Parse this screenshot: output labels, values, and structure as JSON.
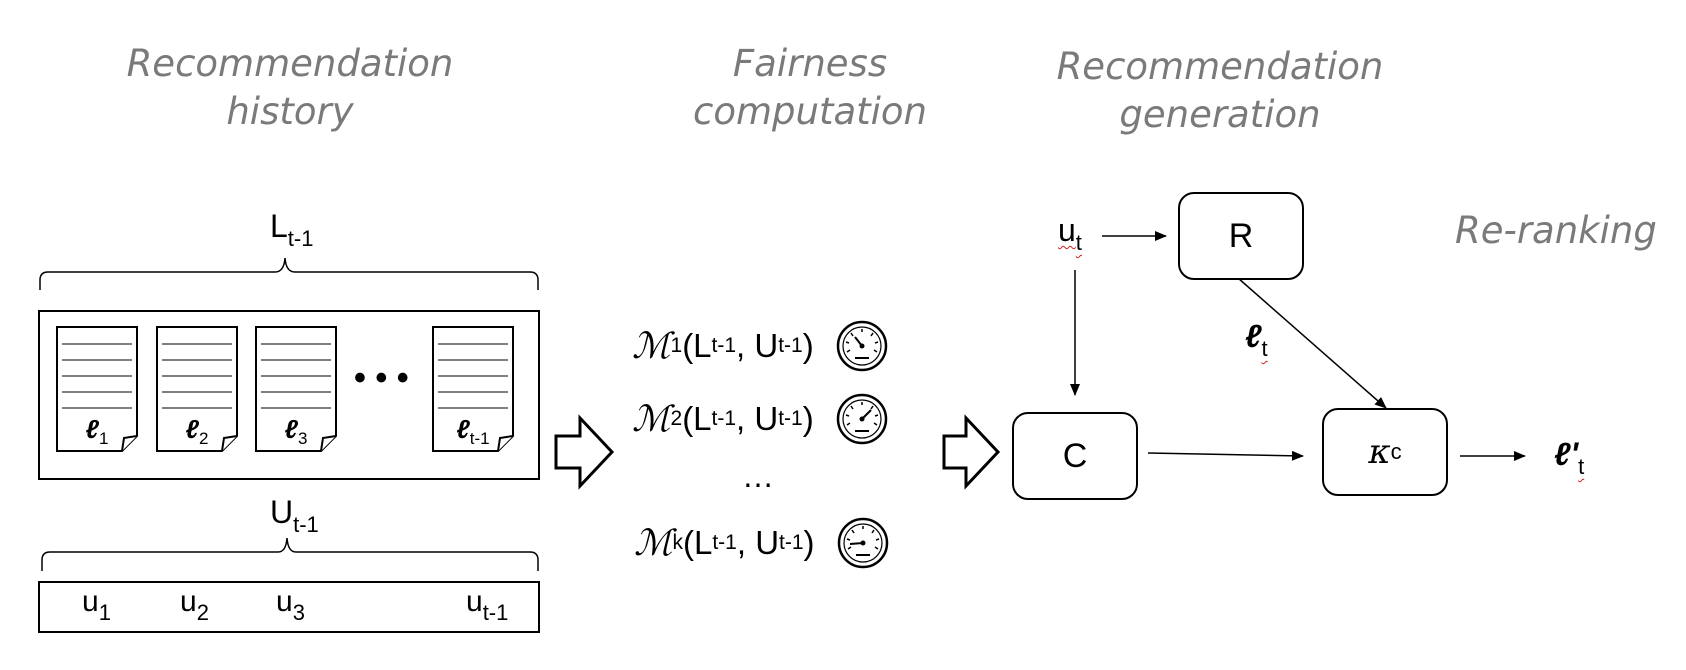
{
  "headings": {
    "history": [
      "Recommendation",
      "history"
    ],
    "fairness": [
      "Fairness",
      "computation"
    ],
    "generation": [
      "Recommendation",
      "generation"
    ],
    "reranking": "Re-ranking"
  },
  "history": {
    "list_label": {
      "base": "L",
      "sub": "t-1"
    },
    "user_label": {
      "base": "U",
      "sub": "t-1"
    },
    "docs": [
      {
        "base": "ℓ",
        "sub": "1"
      },
      {
        "base": "ℓ",
        "sub": "2"
      },
      {
        "base": "ℓ",
        "sub": "3"
      },
      {
        "base": "ℓ",
        "sub": "t-1"
      }
    ],
    "ellipsis": "• • •",
    "users": [
      {
        "base": "u",
        "sub": "1"
      },
      {
        "base": "u",
        "sub": "2"
      },
      {
        "base": "u",
        "sub": "3"
      },
      {
        "base": "u",
        "sub": "t-1"
      }
    ]
  },
  "fairness": {
    "metrics": [
      {
        "symbol": "ℳ",
        "sub": "1",
        "args": [
          "(L",
          "t-1",
          ", U",
          "t-1",
          ")"
        ]
      },
      {
        "symbol": "ℳ",
        "sub": "2",
        "args": [
          "(L",
          "t-1",
          ", U",
          "t-1",
          ")"
        ]
      },
      {
        "symbol": "ℳ",
        "sub": "k",
        "args": [
          "(L",
          "t-1",
          ", U",
          "t-1",
          ")"
        ]
      }
    ],
    "ellipsis": "…",
    "gauge_icon": "speedometer-icon"
  },
  "generation": {
    "user": {
      "base": "u",
      "sub": "t"
    },
    "recommender": "R",
    "candidate": "C",
    "list": {
      "base": "ℓ",
      "sub": "t"
    }
  },
  "reranking": {
    "reranker": {
      "base": "κ",
      "sub": "c"
    },
    "output": {
      "base": "ℓ'",
      "sub": "t"
    }
  }
}
